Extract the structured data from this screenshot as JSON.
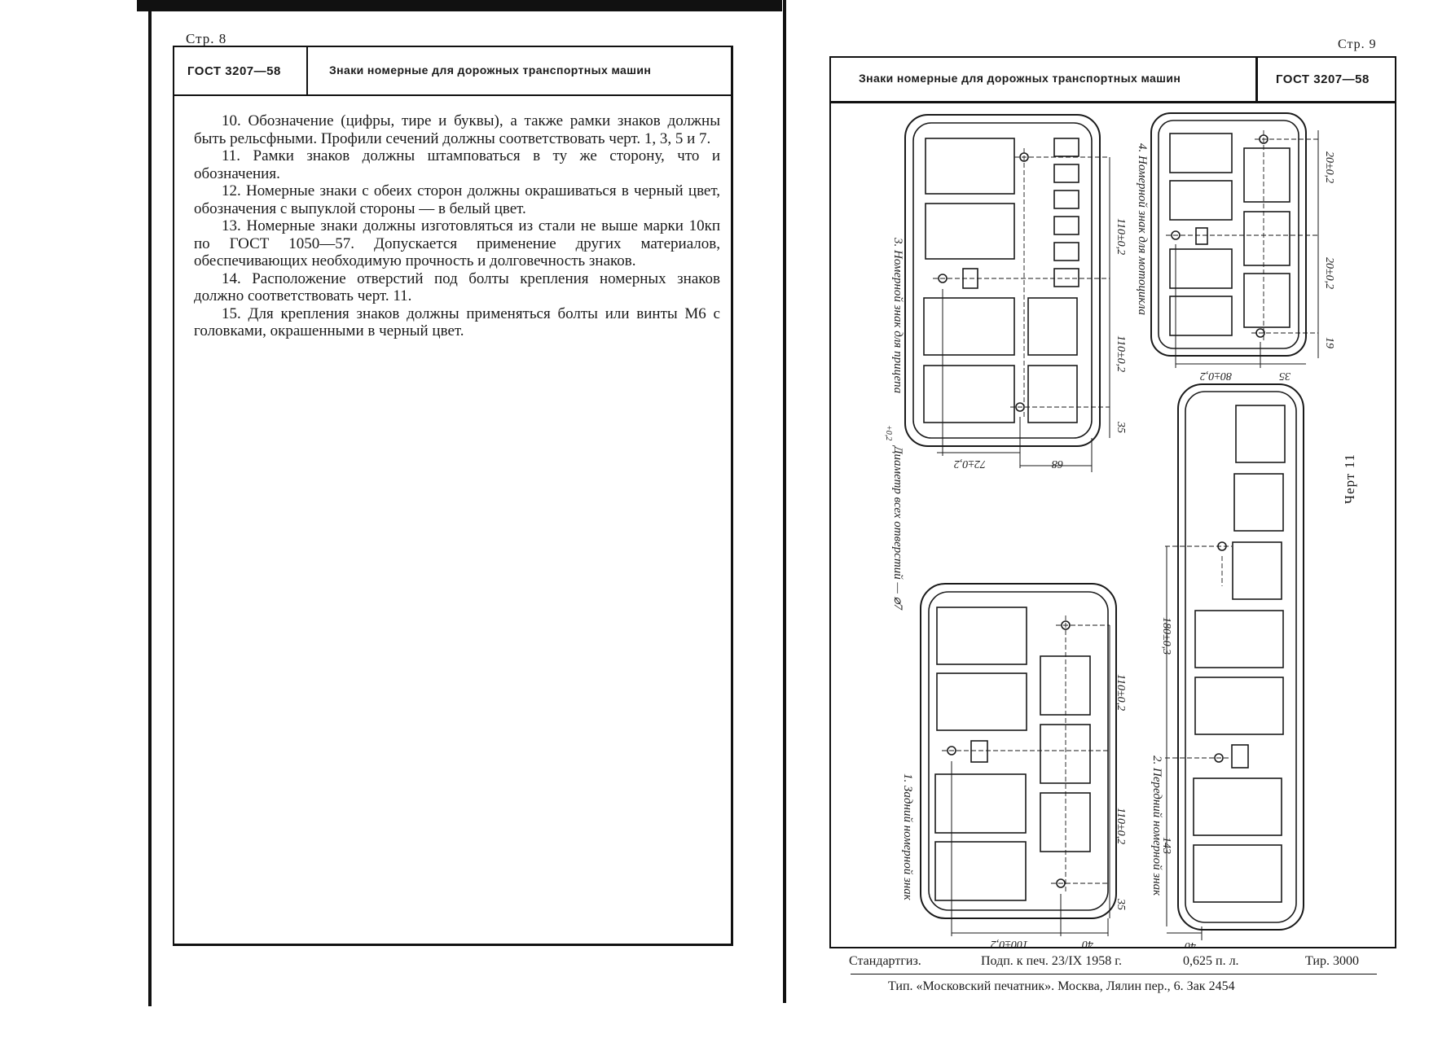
{
  "left_page": {
    "page_number": "Стр. 8",
    "header": {
      "gost": "ГОСТ 3207—58",
      "title": "Знаки номерные для дорожных транспортных машин"
    },
    "paragraphs": [
      "10. Обозначение (цифры, тире и буквы), а также рамки знаков должны быть рельсфными. Профили сечений должны соответствовать черт. 1, 3, 5 и 7.",
      "11. Рамки знаков должны штамповаться в ту же сторону, что и обозначения.",
      "12. Номерные знаки с обеих сторон должны окрашиваться в черный цвет, обозначения с выпуклой стороны — в белый цвет.",
      "13. Номерные знаки должны изготовляться из стали не выше марки 10кп по ГОСТ 1050—57. Допускается применение других материалов, обеспечивающих необходимую прочность и долговечность знаков.",
      "14. Расположение отверстий под болты крепления номерных знаков должно соответствовать черт. 11.",
      "15. Для крепления знаков должны применяться болты или винты М6 с головками, окрашенными в черный цвет."
    ]
  },
  "right_page": {
    "page_number": "Стр. 9",
    "header": {
      "title": "Знаки номерные для дорожных транспортных машин",
      "gost": "ГОСТ 3207—58"
    },
    "drawing": {
      "caption": "Черт 11",
      "hole_diameter_label": "Диаметр всех отверстий — ⌀7",
      "hole_diameter_tolerance": "+0,2",
      "plates": {
        "trailer": {
          "label": "3. Номерной знак для прицепа",
          "dims": [
            "110±0,2",
            "110±0,2",
            "35",
            "72±0,2",
            "68"
          ]
        },
        "motorcycle": {
          "label": "4. Номерной знак для мотоцикла",
          "dims": [
            "20±0,2",
            "20±0,2",
            "19",
            "80±0,2",
            "35"
          ]
        },
        "rear": {
          "label": "1. Задний номерной знак",
          "dims": [
            "110±0,2",
            "110±0,2",
            "35",
            "100±0,2",
            "40"
          ]
        },
        "front": {
          "label": "2. Передний номерной знак",
          "dims": [
            "180±0,3",
            "143",
            "40"
          ]
        }
      }
    },
    "footer": {
      "publisher": "Стандартгиз.",
      "signed": "Подп. к печ. 23/IX 1958 г.",
      "sheets": "0,625 п. л.",
      "print_run": "Тир. 3000",
      "printer": "Тип. «Московский печатник». Москва, Лялин пер., 6. Зак 2454"
    }
  }
}
